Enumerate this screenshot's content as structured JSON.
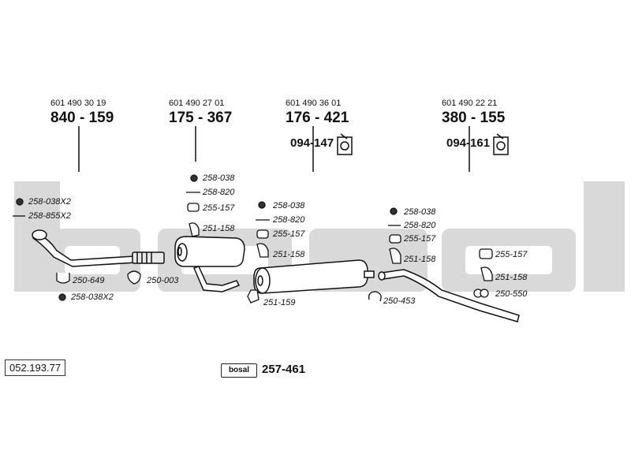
{
  "watermark": "bosal",
  "reference": "052.193.77",
  "kit": {
    "badge": "bosal",
    "code": "257-461"
  },
  "components": [
    {
      "oe": "601 490 30 19",
      "part": "840 - 159"
    },
    {
      "oe": "601 490 27 01",
      "part": "175 - 367"
    },
    {
      "oe": "601 490 36 01",
      "part": "176 - 421",
      "sub": "094-147"
    },
    {
      "oe": "601 490 22 21",
      "part": "380 - 155",
      "sub": "094-161"
    }
  ],
  "labels": {
    "g1": [
      "258-038X2",
      "258-855X2",
      "250-649",
      "250-003",
      "258-038X2"
    ],
    "g2": [
      "258-038",
      "258-820",
      "255-157",
      "251-158"
    ],
    "g3": [
      "258-038",
      "258-820",
      "255-157",
      "251-158",
      "251-159",
      "250-453"
    ],
    "g4": [
      "258-038",
      "258-820",
      "255-157",
      "251-158"
    ],
    "g5": [
      "255-157",
      "251-158",
      "250-550"
    ]
  },
  "colors": {
    "watermark": "#d7d7d7",
    "ink": "#111111"
  }
}
